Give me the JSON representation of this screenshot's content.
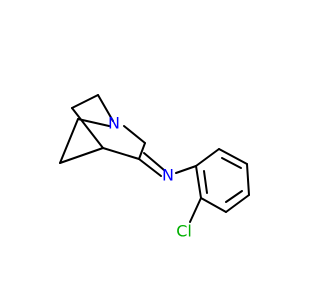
{
  "molecule": {
    "atoms": {
      "N_ring": {
        "label": "N",
        "color": "#0000ff"
      },
      "N_imine": {
        "label": "N",
        "color": "#0000ff"
      },
      "Cl": {
        "label": "Cl",
        "color": "#00b000"
      }
    }
  }
}
